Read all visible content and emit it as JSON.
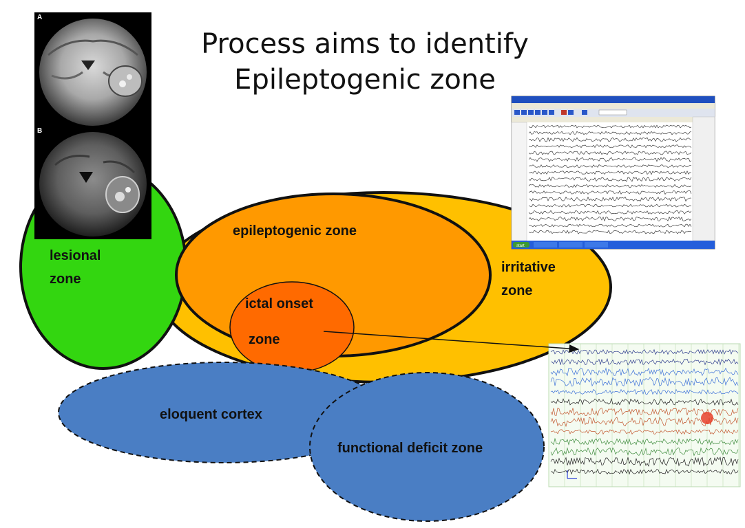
{
  "title": {
    "line1": "Process aims to identify",
    "line2": "Epileptogenic zone"
  },
  "zones": {
    "lesional": {
      "line1": "lesional",
      "line2": "zone",
      "color": "#33d610"
    },
    "irritative": {
      "line1": "irritative",
      "line2": "zone",
      "color": "#ffc000"
    },
    "epileptogenic": {
      "label": "epileptogenic zone",
      "color": "#ff9900"
    },
    "ictal_onset": {
      "line1": "ictal onset",
      "line2": "zone",
      "color": "#ff6a00"
    },
    "eloquent_cortex": {
      "label": "eloquent cortex",
      "color": "#4a7ec4"
    },
    "functional_deficit": {
      "label": "functional deficit zone",
      "color": "#4a7ec4"
    }
  },
  "mri": {
    "panel_a_letter": "A",
    "panel_b_letter": "B"
  },
  "eeg_software": {
    "window_kind": "EEG review software window",
    "taskbar_start": "start"
  },
  "ictal_eeg": {
    "kind": "ictal EEG recording"
  }
}
